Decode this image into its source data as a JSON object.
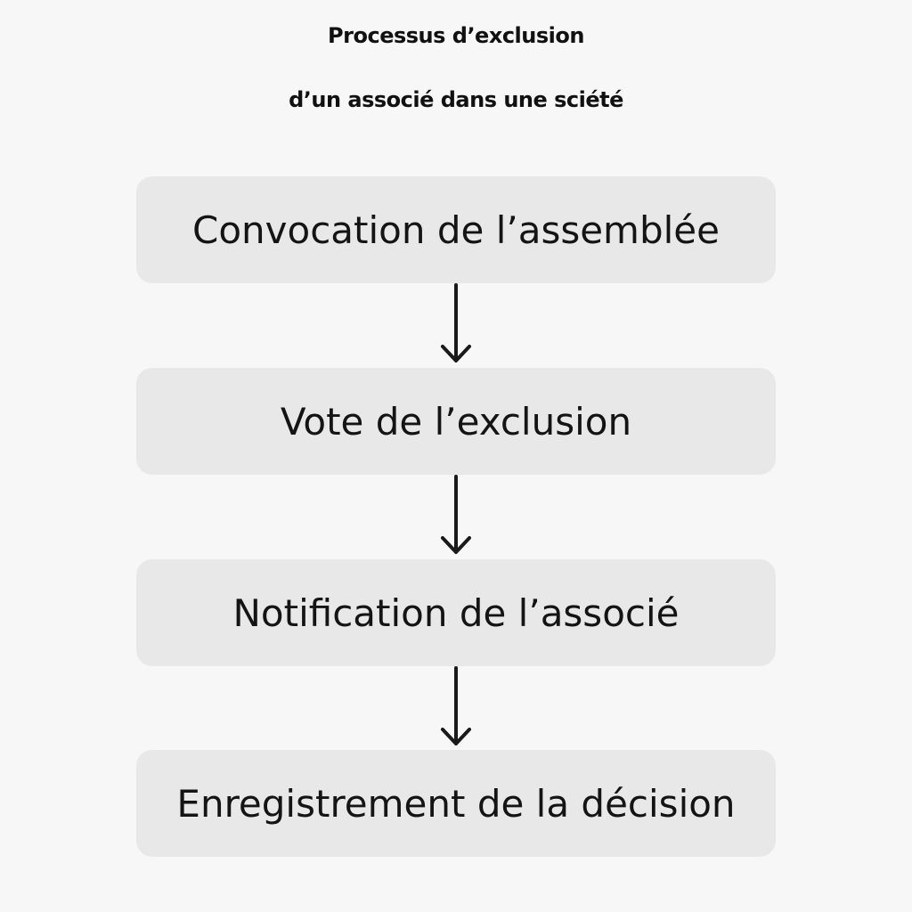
{
  "diagram": {
    "title_line_1": "Processus d’exclusion",
    "title_line_2": "d’un associé dans une sciété",
    "steps": [
      {
        "label": "Convocation de l’assemblée"
      },
      {
        "label": "Vote de l’exclusion"
      },
      {
        "label": "Notification de l’associé"
      },
      {
        "label": "Enregistrement de la décision"
      }
    ],
    "colors": {
      "background": "#f7f7f7",
      "box_fill": "#e8e8e8",
      "text": "#111111",
      "arrow": "#1a1a1a"
    }
  }
}
